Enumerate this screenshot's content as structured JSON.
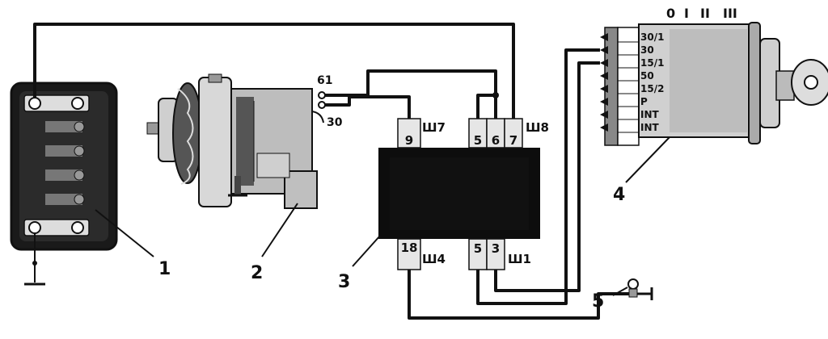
{
  "callouts": [
    "1",
    "2",
    "3",
    "4",
    "5"
  ],
  "alternator_terminals": [
    "61",
    "30"
  ],
  "connectors": [
    "Ш7",
    "Ш8",
    "Ш4",
    "Ш1"
  ],
  "pins": {
    "sh7": [
      "9"
    ],
    "sh8": [
      "5",
      "6",
      "7"
    ],
    "sh4": [
      "18"
    ],
    "sh1": [
      "5",
      "3"
    ]
  },
  "switch_positions": [
    "0",
    "I",
    "II",
    "III"
  ],
  "switch_terminals": [
    "30/1",
    "30",
    "15/1",
    "50",
    "15/2",
    "P",
    "INT",
    "INT"
  ]
}
